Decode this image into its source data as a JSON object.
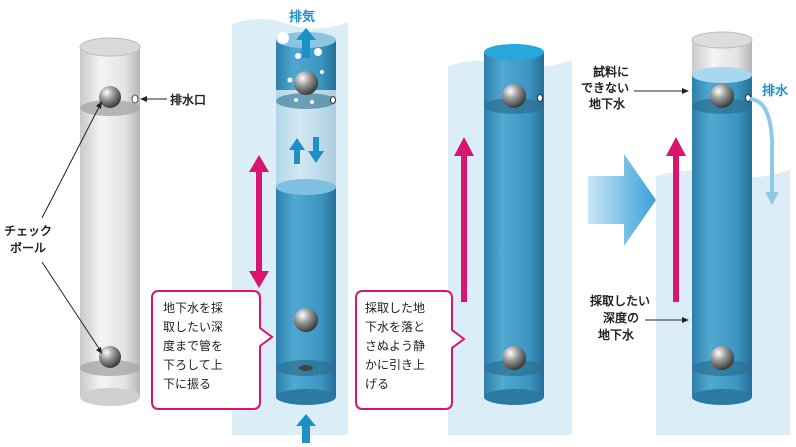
{
  "diagram": {
    "labels": {
      "drain_port": "排水口",
      "check_ball_1": "チェック",
      "check_ball_2": "ボール",
      "exhaust": "排気",
      "drain": "排水",
      "unsampled_1": "試料に",
      "unsampled_2": "できない",
      "unsampled_3": "地下水",
      "target_1": "採取したい",
      "target_2": "深度の",
      "target_3": "地下水"
    },
    "callout_lower": {
      "lines": [
        "地下水を採",
        "取したい深",
        "度まで管を",
        "下ろして上",
        "下に振る"
      ]
    },
    "callout_lift": {
      "lines": [
        "採取した地",
        "下水を落と",
        "さぬよう静",
        "かに引き上",
        "げる"
      ]
    }
  }
}
